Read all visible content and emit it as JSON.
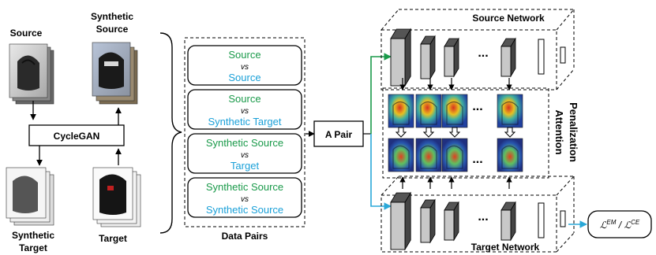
{
  "left_panel": {
    "source_label": "Source",
    "synthetic_source_label_line1": "Synthetic",
    "synthetic_source_label_line2": "Source",
    "cyclegan_label": "CycleGAN",
    "synthetic_target_label_line1": "Synthetic",
    "synthetic_target_label_line2": "Target",
    "target_label": "Target"
  },
  "data_pairs": {
    "caption": "Data Pairs",
    "vs_label": "vs",
    "pairs": [
      {
        "top": "Source",
        "bottom": "Source"
      },
      {
        "top": "Source",
        "bottom": "Synthetic Target"
      },
      {
        "top": "Synthetic Source",
        "bottom": "Target"
      },
      {
        "top": "Synthetic Source",
        "bottom": "Synthetic Source"
      }
    ]
  },
  "a_pair_label": "A Pair",
  "source_network_label": "Source Network",
  "target_network_label": "Target Network",
  "attention_label_line1": "Attention",
  "attention_label_line2": "Penalization",
  "ellipsis": "...",
  "loss_label": "ℒ^EM / ℒ^CE",
  "colors": {
    "source_green": "#1a9a4a",
    "target_cyan": "#1aa0d8",
    "arrow_cyan": "#2aa8d8",
    "layer_gray": "#c8c8c8"
  }
}
